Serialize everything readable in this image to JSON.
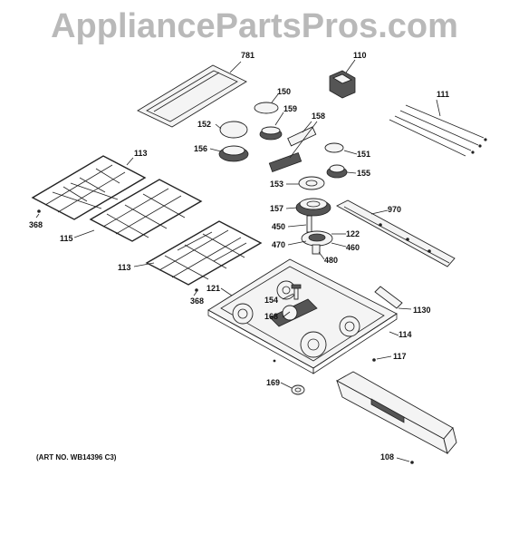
{
  "watermark": "AppliancePartsPros.com",
  "art_number": "(ART NO. WB14396 C3)",
  "callouts": {
    "c781": "781",
    "c110": "110",
    "c150": "150",
    "c111": "111",
    "c159": "159",
    "c158": "158",
    "c152": "152",
    "c113a": "113",
    "c156": "156",
    "c151": "151",
    "c155": "155",
    "c153": "153",
    "c368a": "368",
    "c970": "970",
    "c157": "157",
    "c115": "115",
    "c450": "450",
    "c122": "122",
    "c470": "470",
    "c460": "460",
    "c480": "480",
    "c113b": "113",
    "c121": "121",
    "c1130": "1130",
    "c154": "154",
    "c368b": "368",
    "c168": "168",
    "c114": "114",
    "c117": "117",
    "c169": "169",
    "c108": "108"
  }
}
